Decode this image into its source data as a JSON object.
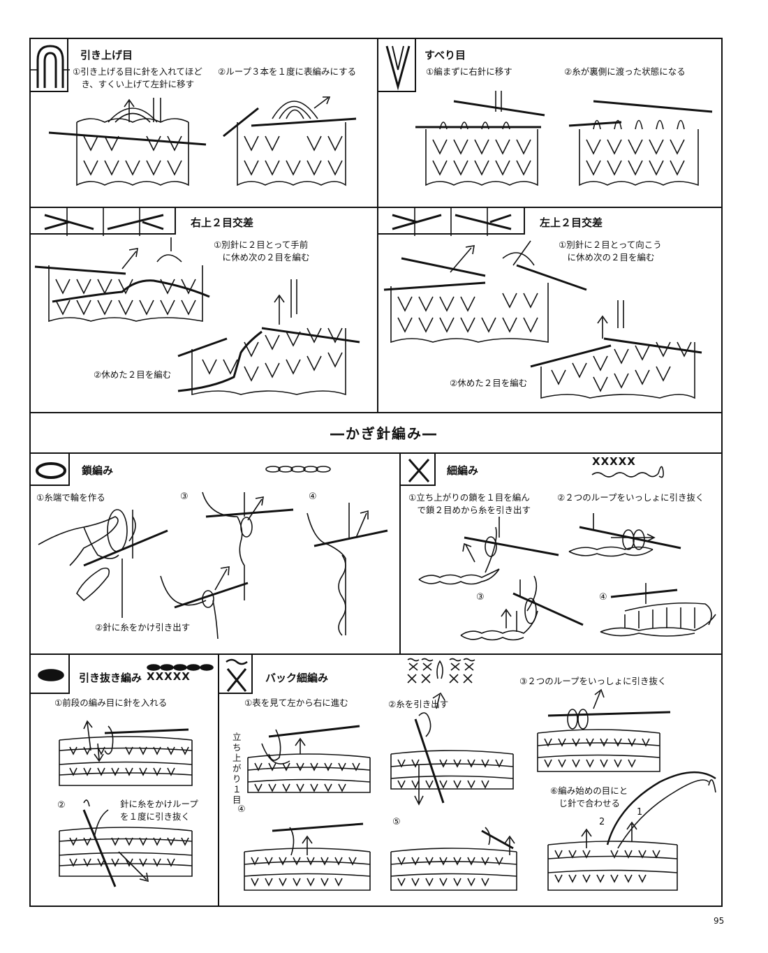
{
  "section_title": "―かぎ針編み―",
  "page_number": "95",
  "knit": {
    "hikiage": {
      "title": "引き上げ目",
      "step1": "①引き上げる目に針を入れてほど\n　き、すくい上げて左針に移す",
      "step2": "②ループ３本を１度に表編みにする"
    },
    "suberi": {
      "title": "すべり目",
      "step1": "①編まずに右針に移す",
      "step2": "②糸が裏側に渡った状態になる"
    },
    "migiue": {
      "title": "右上２目交差",
      "step1": "①別針に２目とって手前\n　に休め次の２目を編む",
      "step2": "②休めた２目を編む"
    },
    "hidariue": {
      "title": "左上２目交差",
      "step1": "①別針に２目とって向こう\n　に休め次の２目を編む",
      "step2": "②休めた２目を編む"
    }
  },
  "crochet": {
    "kusari": {
      "title": "鎖編み",
      "step1": "①糸端で輪を作る",
      "step2": "②針に糸をかけ引き出す",
      "num3": "③",
      "num4": "④"
    },
    "komame": {
      "title": "細編み",
      "symbol": "XXXXX",
      "step1": "①立ち上がりの鎖を１目を編ん\n　で鎖２目めから糸を引き出す",
      "step2": "②２つのループをいっしょに引き抜く",
      "num3": "③",
      "num4": "④"
    },
    "hikinuki": {
      "title": "引き抜き編み",
      "symbol": "XXXXX",
      "step1": "①前段の編み目に針を入れる",
      "num2": "②",
      "step2": "針に糸をかけループ\nを１度に引き抜く"
    },
    "back": {
      "title": "バック細編み",
      "step1": "①表を見て左から右に進む",
      "step2": "②糸を引き出す",
      "step3": "③２つのループをいっしょに引き抜く",
      "num4": "④",
      "num5": "⑤",
      "step6": "⑥編み始めの目にと\n　じ針で合わせる",
      "vertical": "立ち上がり１目",
      "label1": "1",
      "label2": "2"
    }
  }
}
